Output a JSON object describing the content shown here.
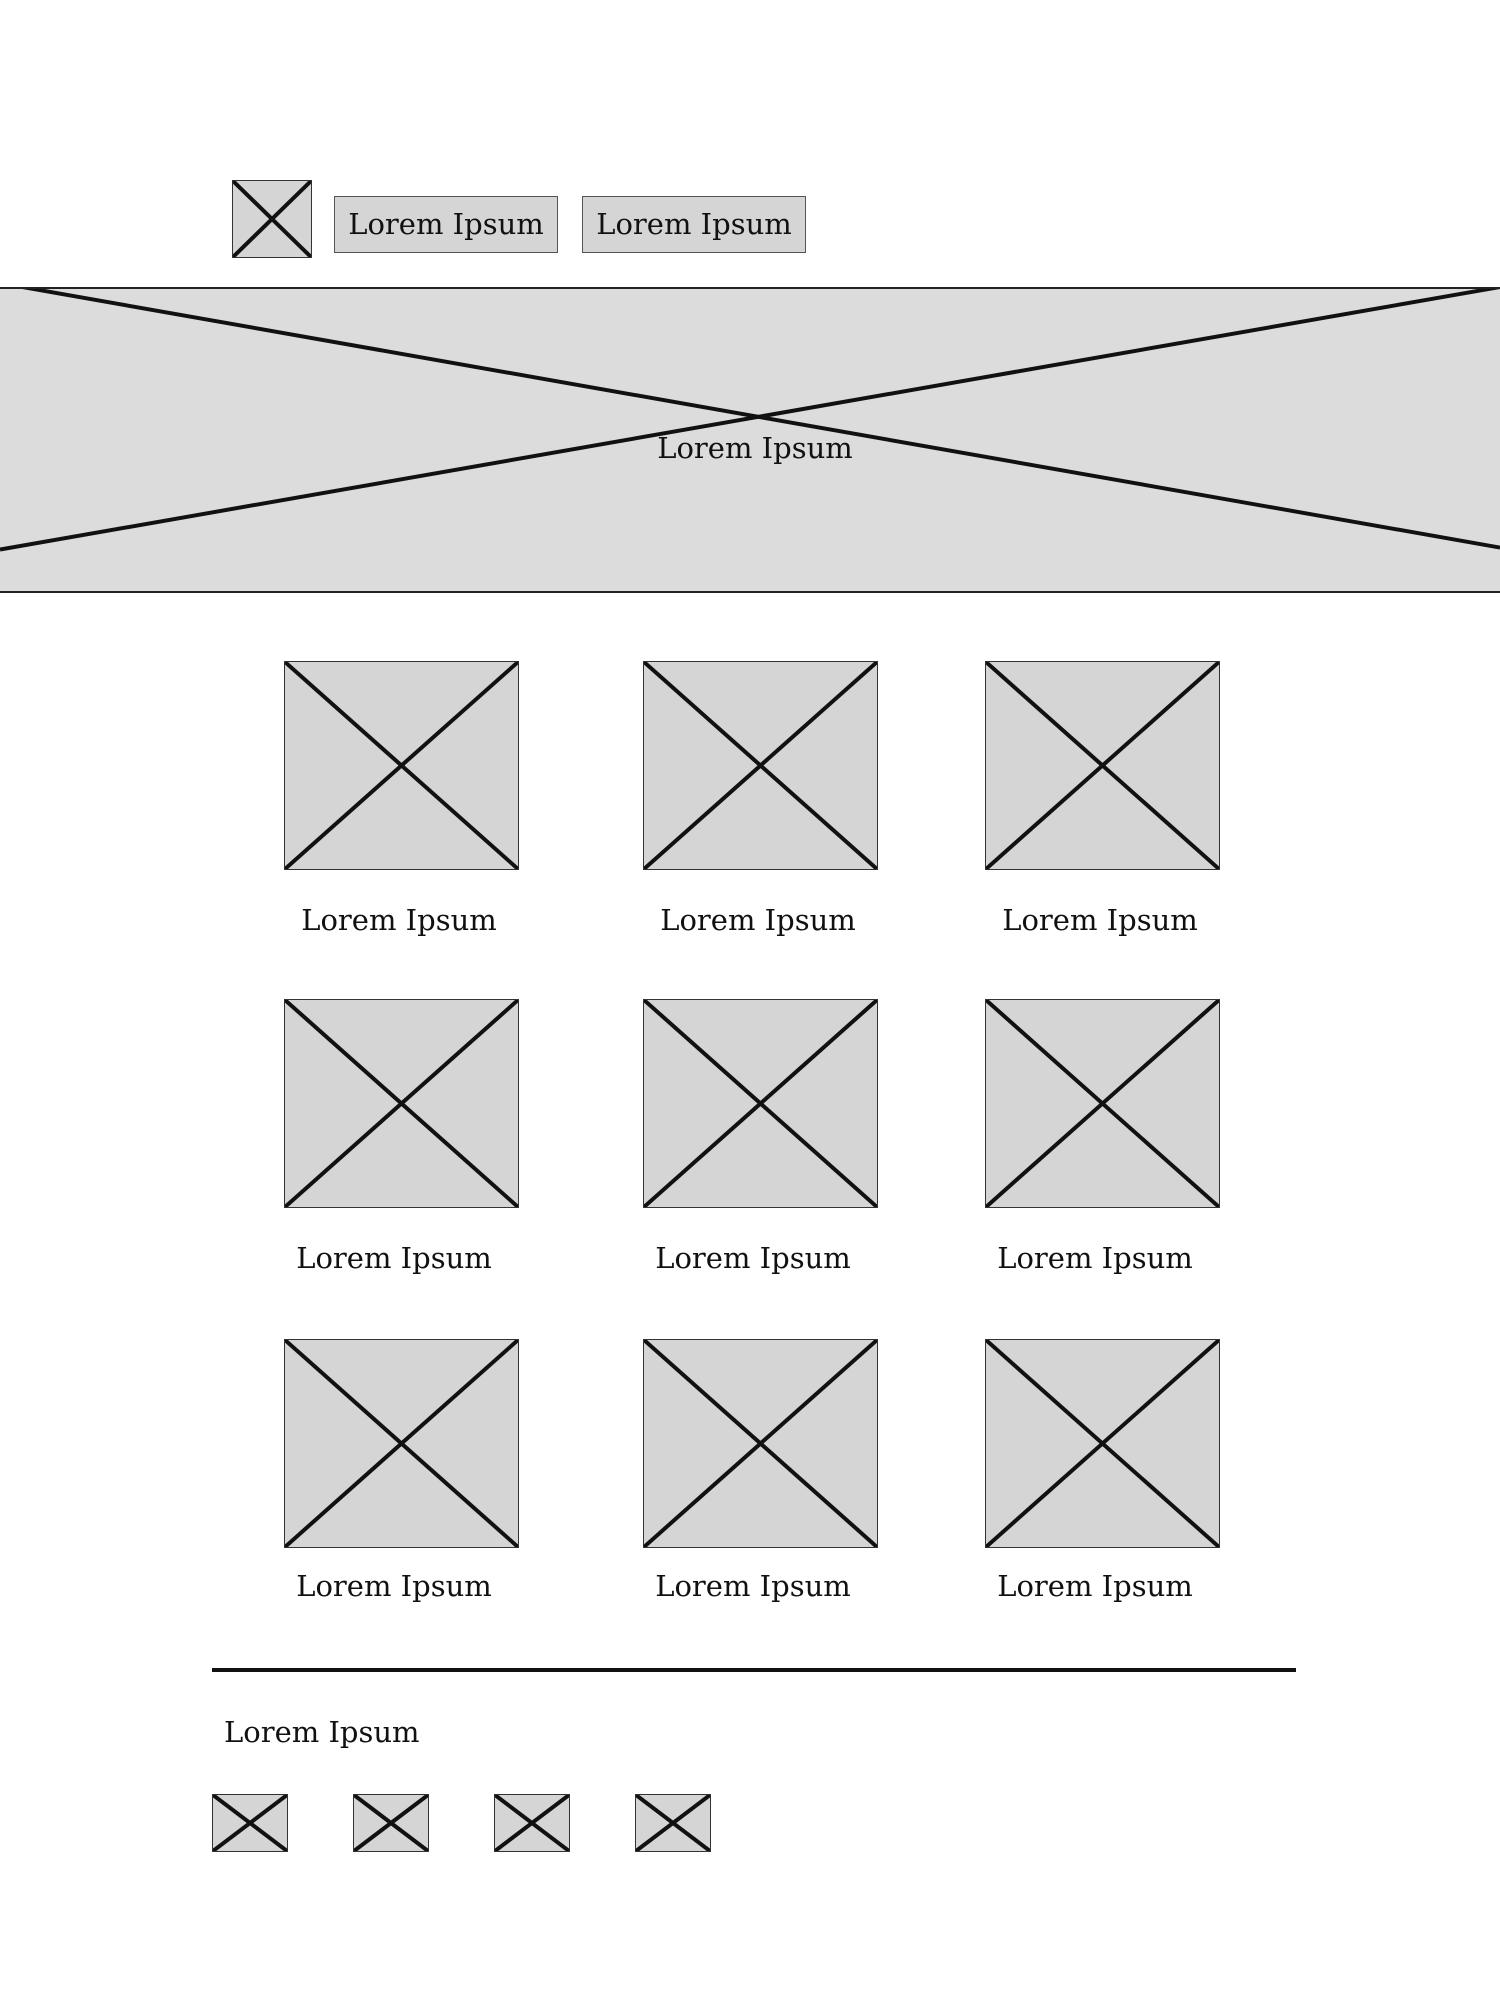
{
  "header": {
    "logo_icon": "image-placeholder-icon",
    "nav": [
      {
        "label": "Lorem Ipsum"
      },
      {
        "label": "Lorem Ipsum"
      }
    ]
  },
  "hero": {
    "image_icon": "image-placeholder-icon",
    "caption": "Lorem Ipsum"
  },
  "gallery": {
    "items": [
      {
        "label": "Lorem Ipsum"
      },
      {
        "label": "Lorem Ipsum"
      },
      {
        "label": "Lorem Ipsum"
      },
      {
        "label": "Lorem Ipsum"
      },
      {
        "label": "Lorem Ipsum"
      },
      {
        "label": "Lorem Ipsum"
      },
      {
        "label": "Lorem Ipsum"
      },
      {
        "label": "Lorem Ipsum"
      },
      {
        "label": "Lorem Ipsum"
      }
    ]
  },
  "footer": {
    "text": "Lorem Ipsum",
    "social_icons": [
      "image-placeholder-icon",
      "image-placeholder-icon",
      "image-placeholder-icon",
      "image-placeholder-icon"
    ]
  },
  "colors": {
    "placeholder_fill": "#d5d5d5",
    "hero_fill": "#dcdcdc",
    "stroke": "#111111"
  }
}
